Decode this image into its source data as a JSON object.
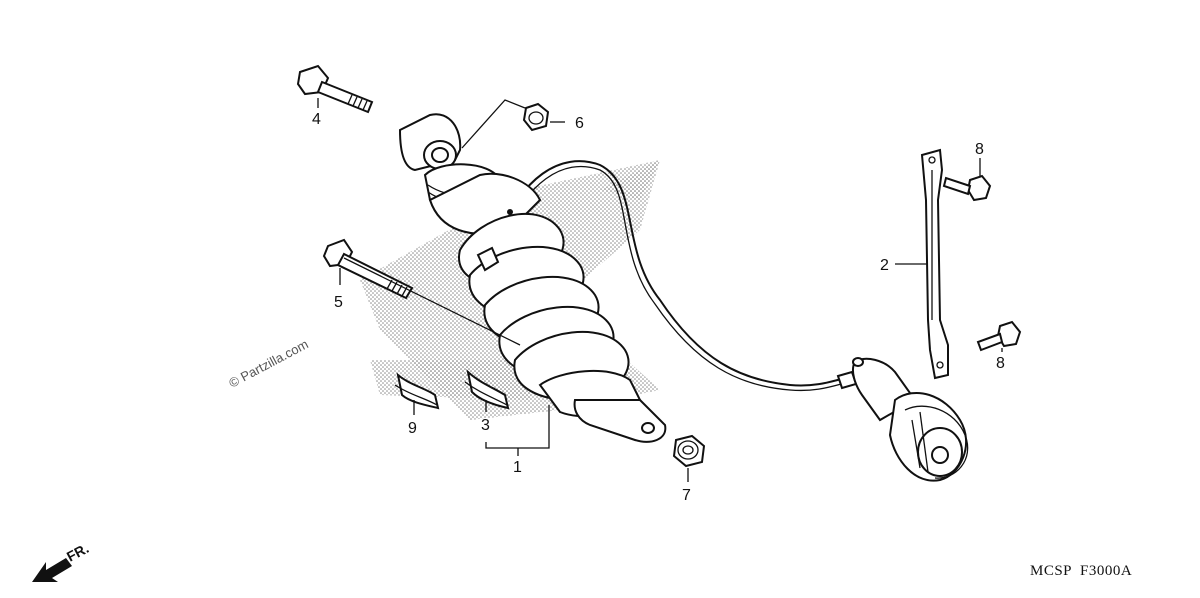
{
  "callouts": {
    "c1": "1",
    "c2": "2",
    "c3": "3",
    "c4": "4",
    "c5": "5",
    "c6": "6",
    "c7": "7",
    "c8a": "8",
    "c8b": "8",
    "c9": "9"
  },
  "diagram_code": "MCSP  F3000A",
  "watermark": "© Partzilla.com",
  "direction": {
    "label": "FR.",
    "icon": "front-direction-arrow-icon"
  },
  "colors": {
    "line": "#111111",
    "background": "#ffffff",
    "shading": "#9a9a9a"
  }
}
